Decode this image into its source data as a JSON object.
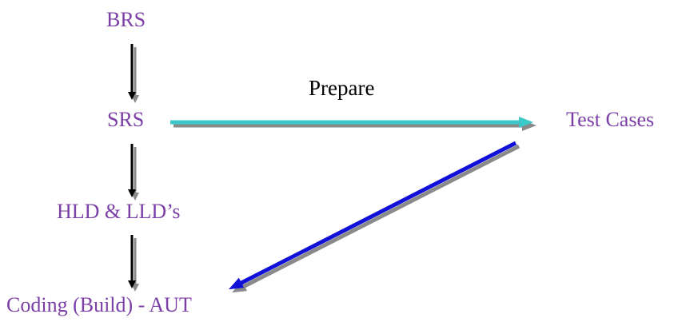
{
  "colors": {
    "node_text": "#7B3FA6",
    "edge_text": "#000000",
    "down_arrow": "#000000",
    "prepare_arrow": "#3CC8C8",
    "blue_arrow": "#1010D8",
    "shadow": "#8A8A8A"
  },
  "nodes": {
    "brs": "BRS",
    "srs": "SRS",
    "test_cases": "Test Cases",
    "hld_lld": "HLD & LLD’s",
    "coding": "Coding (Build) - AUT"
  },
  "edges": {
    "prepare_label": "Prepare"
  }
}
